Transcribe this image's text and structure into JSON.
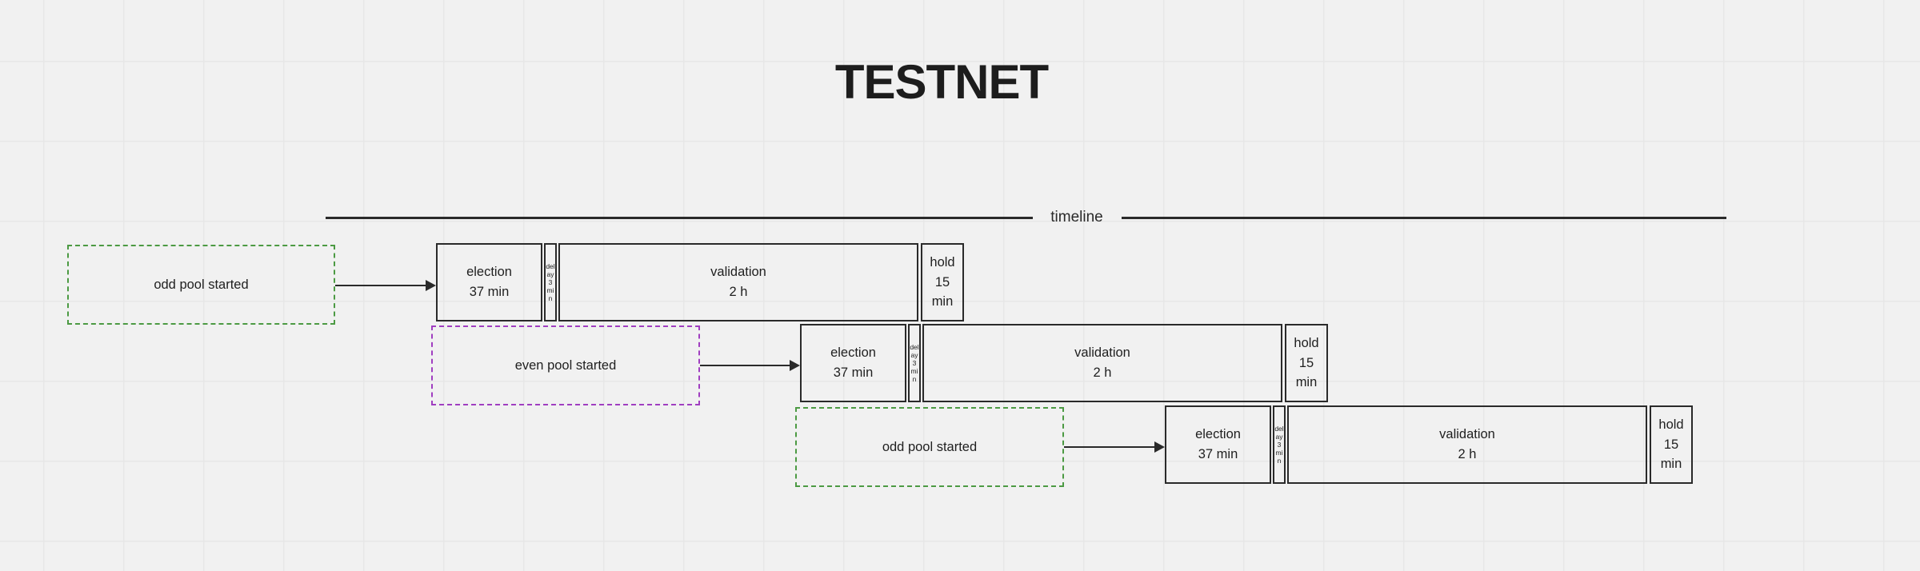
{
  "title": "TESTNET",
  "timeline": {
    "label": "timeline"
  },
  "colors": {
    "background": "#f1f1f1",
    "grid_line": "#e7e7e7",
    "stroke": "#2a2a2a",
    "odd_pool": "#4c9a43",
    "even_pool": "#a03ec0"
  },
  "rows": [
    {
      "start": {
        "label": "odd pool started",
        "pool": "odd"
      },
      "phases": {
        "election": "election\n37 min",
        "delay": "delay 3 min",
        "validation": "validation\n2 h",
        "hold": "hold\n15\nmin"
      }
    },
    {
      "start": {
        "label": "even pool started",
        "pool": "even"
      },
      "phases": {
        "election": "election\n37 min",
        "delay": "delay 3 min",
        "validation": "validation\n2 h",
        "hold": "hold\n15\nmin"
      }
    },
    {
      "start": {
        "label": "odd pool started",
        "pool": "odd"
      },
      "phases": {
        "election": "election\n37 min",
        "delay": "delay 3 min",
        "validation": "validation\n2 h",
        "hold": "hold\n15\nmin"
      }
    }
  ]
}
